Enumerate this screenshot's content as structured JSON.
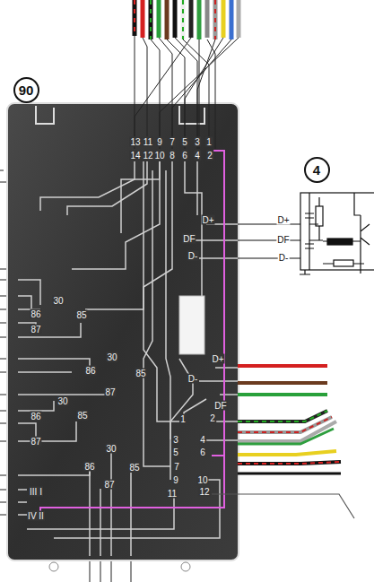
{
  "diagram": {
    "nodes": [
      {
        "text": [
          "90"
        ]
      },
      {
        "text": [
          "4"
        ]
      }
    ],
    "labels": [
      "13",
      "11",
      "9",
      "7",
      "5",
      "3",
      "1",
      "14",
      "12",
      "10",
      "8",
      "6",
      "4",
      "2",
      "D+",
      "DF",
      "D-",
      "D+",
      "DF",
      "D-",
      "30",
      "86",
      "85",
      "87",
      "30",
      "86",
      "85",
      "87",
      "30",
      "86",
      "85",
      "87",
      "30",
      "86",
      "87",
      "85",
      "D+",
      "D-",
      "DF",
      "1",
      "2",
      "3",
      "4",
      "5",
      "6",
      "7",
      "9",
      "10",
      "11",
      "12",
      "III I",
      "IV II"
    ]
  }
}
